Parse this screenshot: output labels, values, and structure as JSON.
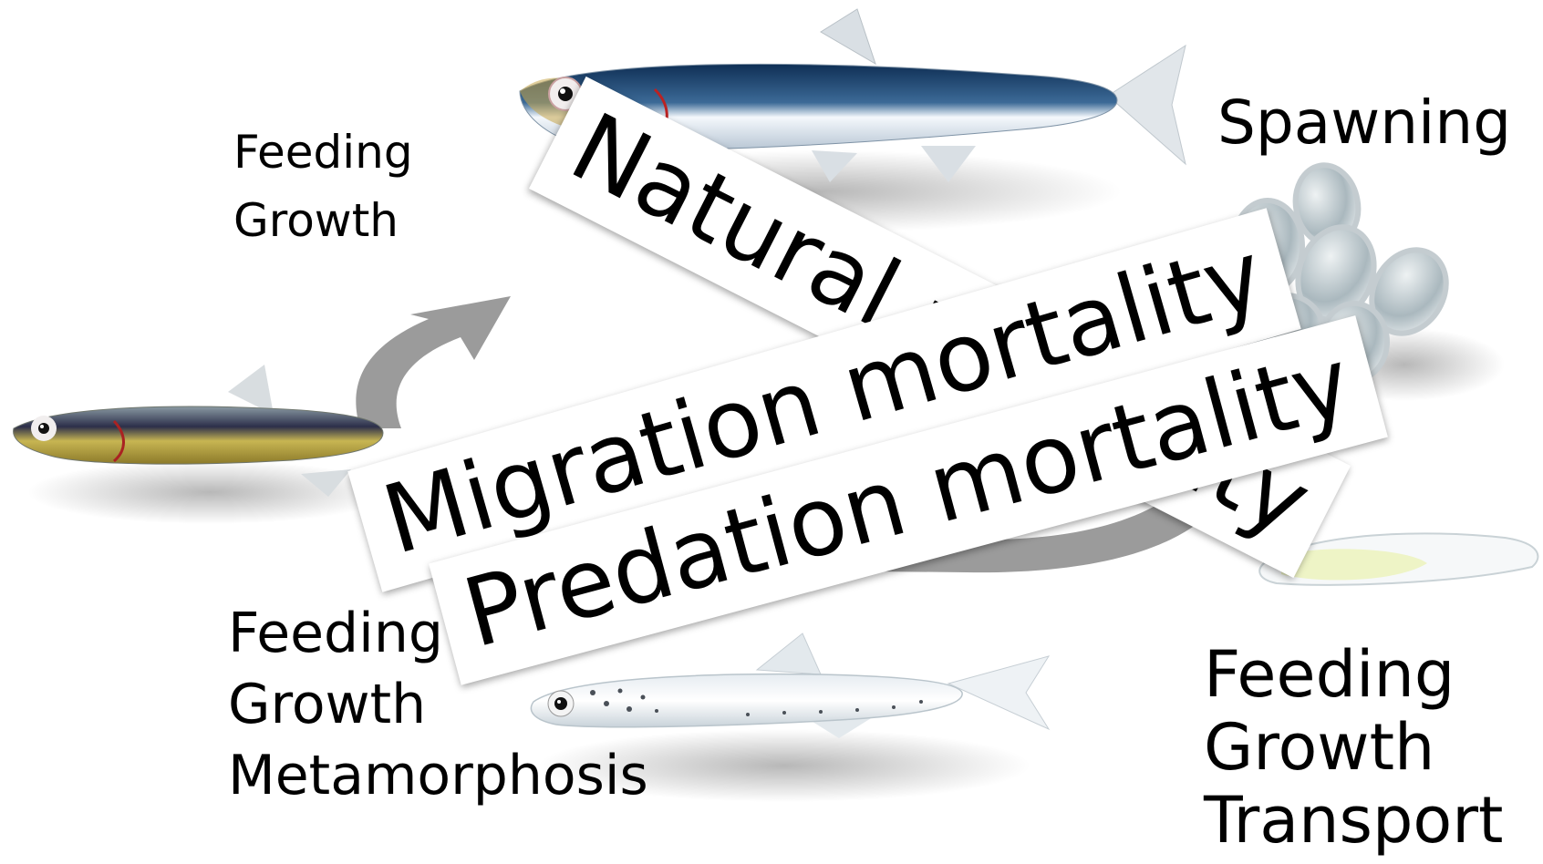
{
  "stages": {
    "adult": {
      "lines": [
        "Feeding",
        "Growth"
      ]
    },
    "spawning": {
      "label": "Spawning"
    },
    "juvenile": {
      "lines": [
        "Feeding",
        "Growth",
        "Metamorphosis"
      ]
    },
    "larva": {
      "lines": [
        "Feeding",
        "Growth",
        "Transport"
      ]
    }
  },
  "mortality": {
    "natural": "Natural mortality",
    "migration": "Migration mortality",
    "predation": "Predation mortality"
  },
  "colors": {
    "adult_back": "#1a3f6b",
    "adult_belly": "#eef3f8",
    "subadult_back": "#2c2f4a",
    "subadult_belly": "#c9b24a",
    "egg": "#b9c4c8",
    "arrow": "#9a9a9a"
  }
}
